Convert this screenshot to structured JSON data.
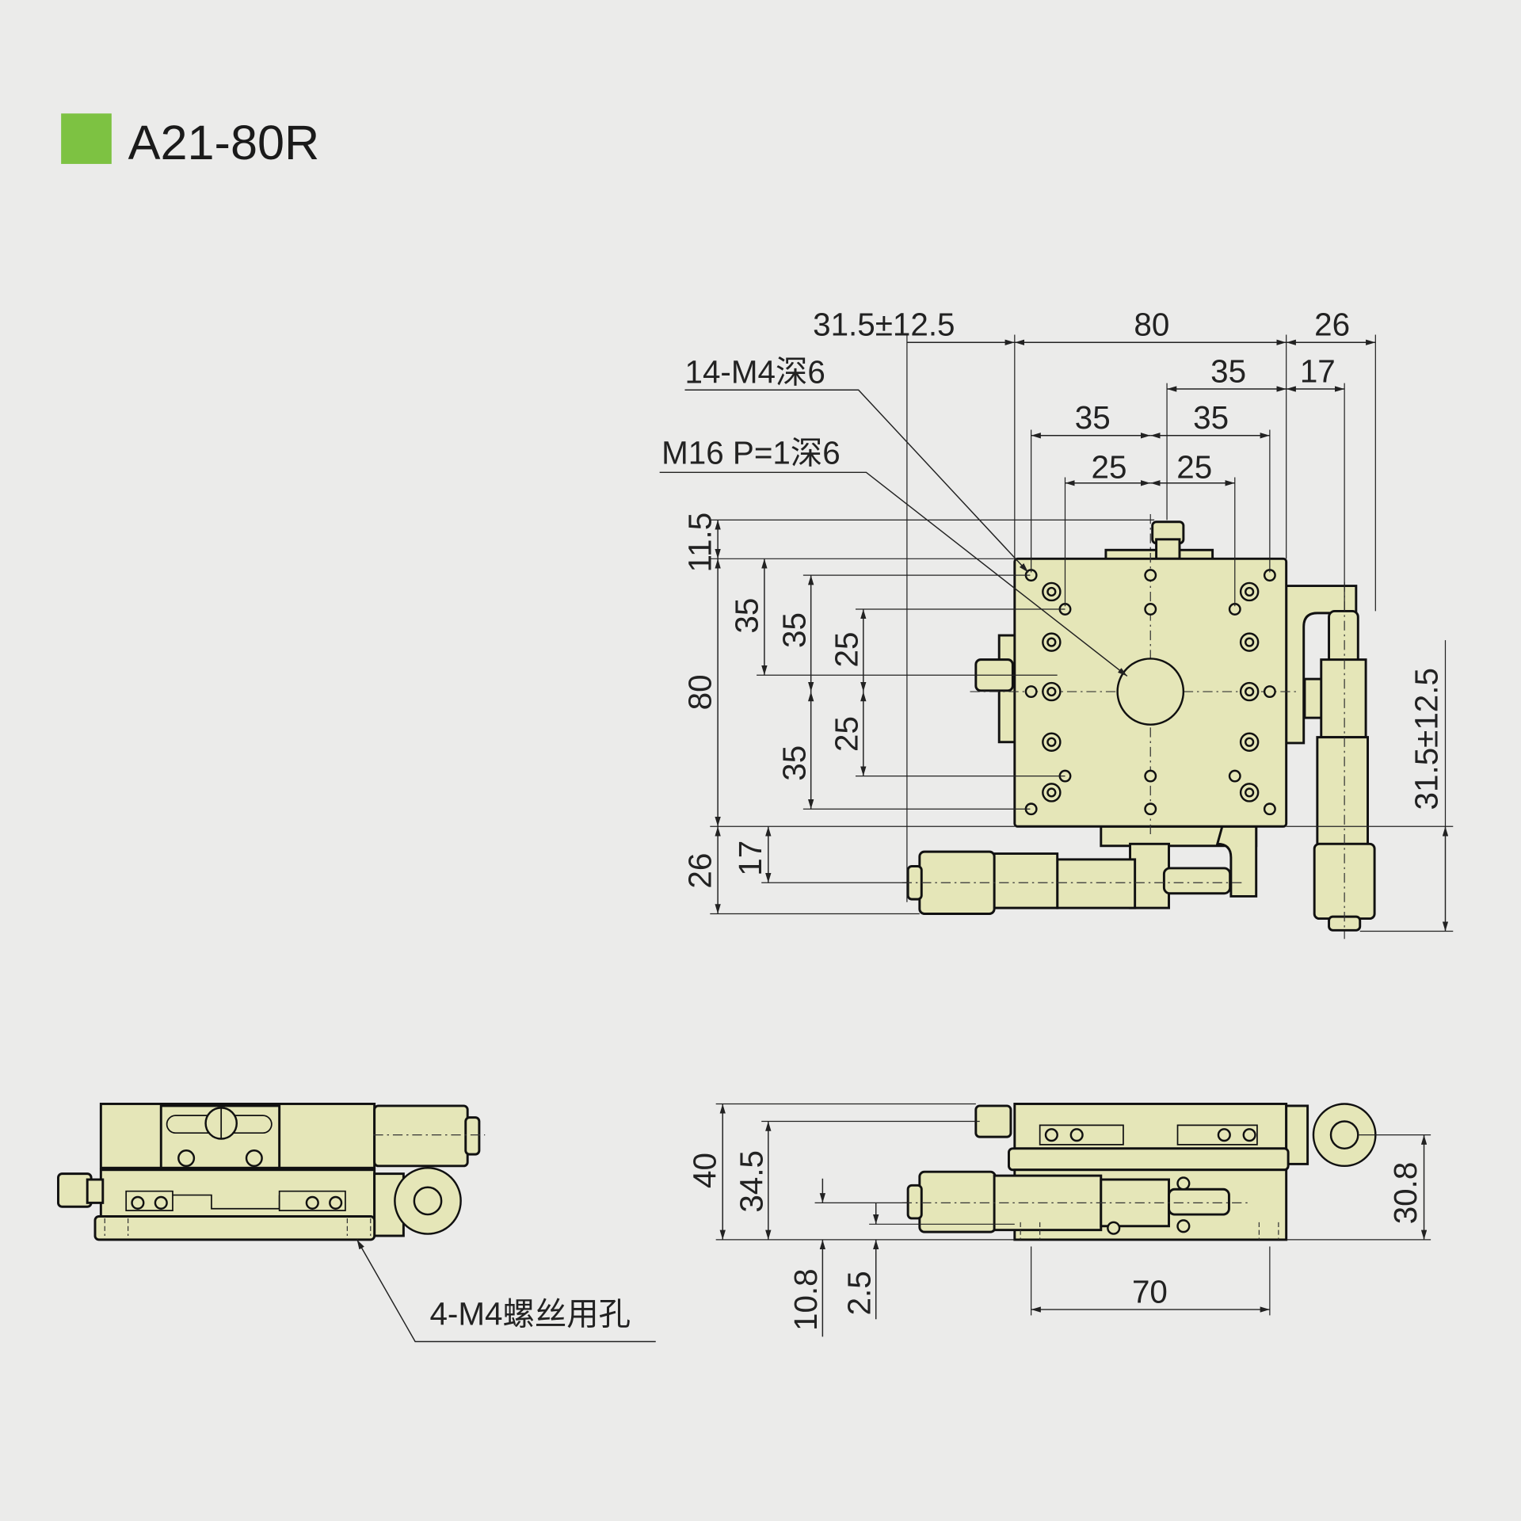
{
  "header": {
    "title": "A21-80R",
    "accent_color": "#7dc242"
  },
  "top_view": {
    "dims": {
      "travel_x": "31.5±12.5",
      "width": "80",
      "right_ext": "26",
      "hole_note": "14-M4深6",
      "right_35": "35",
      "right_17": "17",
      "left_35": "35",
      "mid_35": "35",
      "center_note": "M16 P=1深6",
      "left_25": "25",
      "mid_25": "25",
      "top_11_5": "11.5",
      "v_35_a": "35",
      "v_35_b": "35",
      "v_25_a": "25",
      "height": "80",
      "v_25_b": "25",
      "v_35_c": "35",
      "bottom_26": "26",
      "bottom_17": "17",
      "travel_y": "31.5±12.5"
    }
  },
  "side_view": {
    "hole_note": "4-M4螺丝用孔"
  },
  "front_view": {
    "dims": {
      "h40": "40",
      "h34_5": "34.5",
      "h30_8": "30.8",
      "h10_8": "10.8",
      "h2_5": "2.5",
      "w70": "70"
    }
  },
  "colors": {
    "background": "#ebebea",
    "part_fill": "#e5e6b8"
  }
}
